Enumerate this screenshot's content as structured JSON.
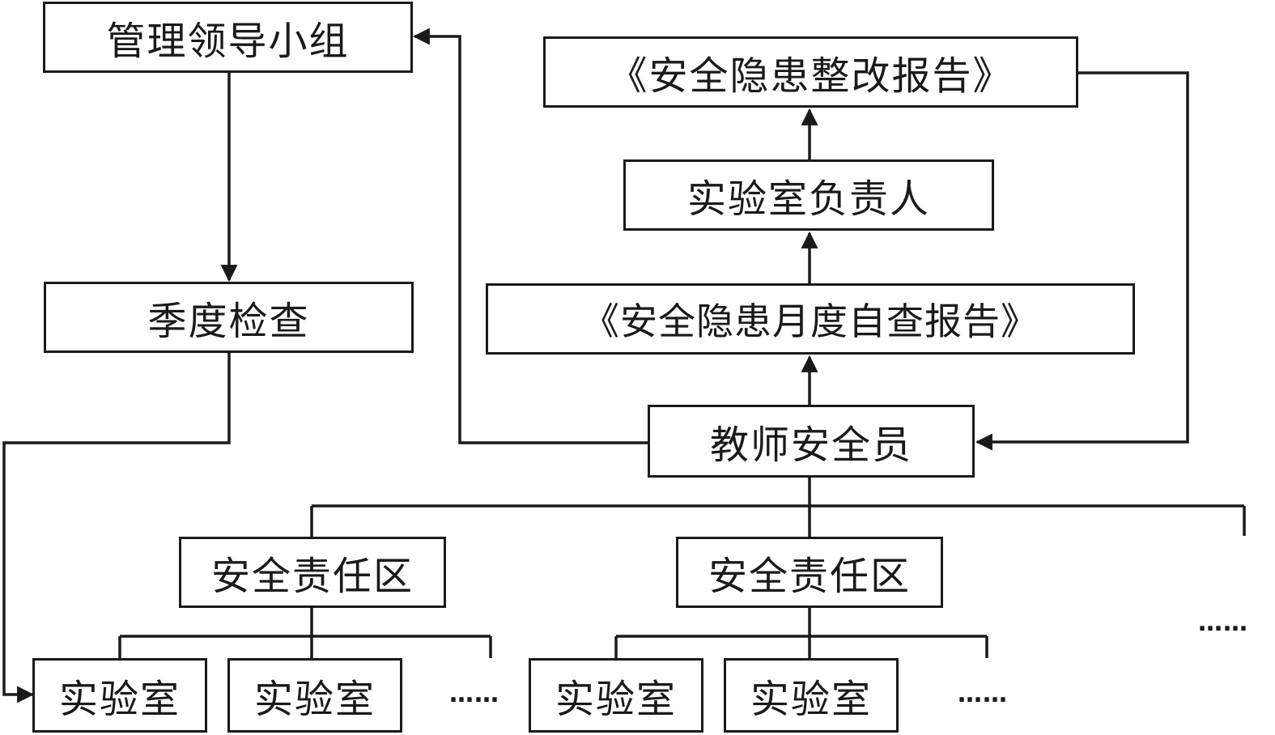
{
  "nodes": {
    "leadership_group": "管理领导小组",
    "quarterly_check": "季度检查",
    "rectification_report": "《安全隐患整改报告》",
    "lab_head": "实验室负责人",
    "monthly_report": "《安全隐患月度自查报告》",
    "teacher_safety_officer": "教师安全员",
    "zone_1": "安全责任区",
    "zone_2": "安全责任区",
    "lab_1": "实验室",
    "lab_2": "实验室",
    "lab_3": "实验室",
    "lab_4": "实验室"
  },
  "ellipses": {
    "zone_more": "……",
    "labs_more_1": "……",
    "labs_more_2": "……"
  },
  "colors": {
    "stroke": "#1a1a1a",
    "background": "#ffffff"
  }
}
